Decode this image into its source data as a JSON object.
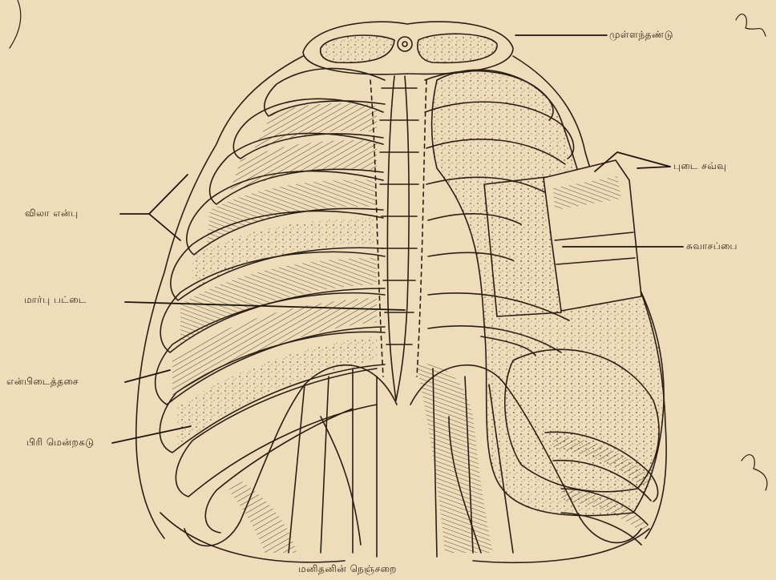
{
  "diagram": {
    "caption": "மனிதனின் நெஞ்சறை",
    "labels": {
      "spinal_cord": "முள்ளந்தண்டு",
      "pleura": "புடை சவ்வு",
      "lung": "சுவாசப்பை",
      "rib": "விலா என்பு",
      "sternum": "மார்பு பட்டை",
      "intercostal_muscle": "என்பிடைத்தசை",
      "diaphragm": "பிரி மென்றகடு"
    },
    "colors": {
      "paper": "#efdcba",
      "ink": "#2a1f14"
    }
  }
}
